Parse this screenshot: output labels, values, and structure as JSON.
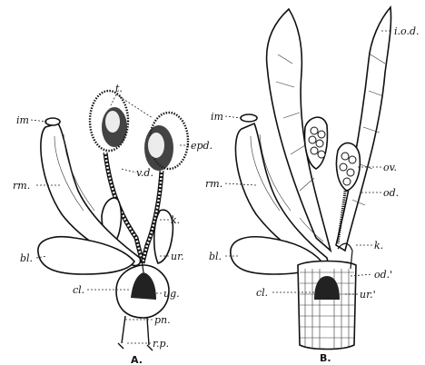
{
  "figureA": {
    "caption": "A.",
    "labels": {
      "t": "t.",
      "im": "im",
      "epd": "epd.",
      "vd": "v.d.",
      "rm": "rm.",
      "k": "k.",
      "bl": "bl.",
      "ur": "ur.",
      "cl": "cl.",
      "ug": "ug.",
      "pn": "pn.",
      "rp": "r.p."
    }
  },
  "figureB": {
    "caption": "B.",
    "labels": {
      "iod": "i.o.d.",
      "im": "im",
      "rm": "rm.",
      "ov": "ov.",
      "od": "od.",
      "bl": "bl.",
      "k": "k.",
      "od2": "od.'",
      "cl": "cl.",
      "ur2": "ur.'"
    }
  }
}
